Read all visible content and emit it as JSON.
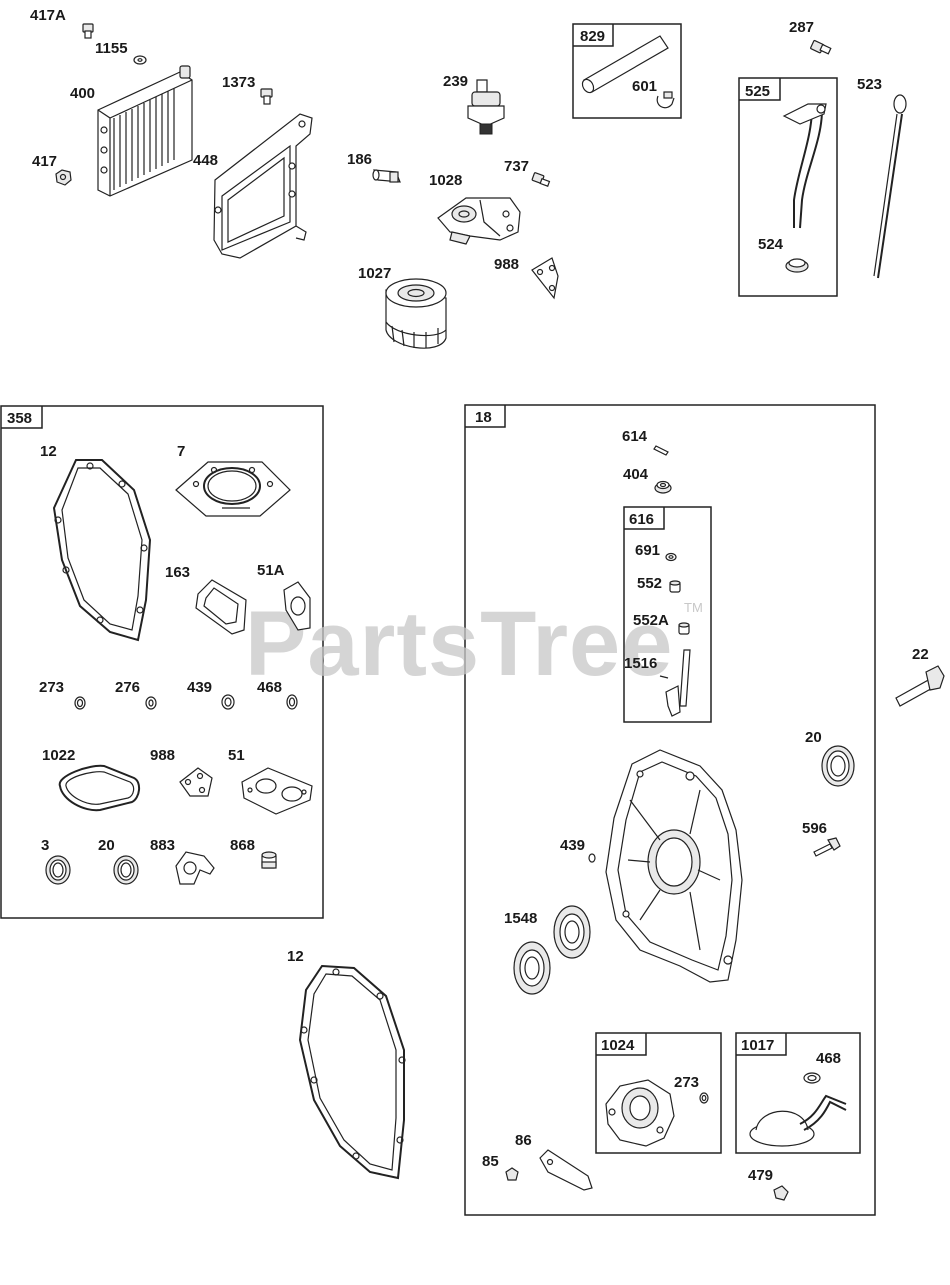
{
  "watermark": {
    "text": "PartsTree",
    "trademark": "TM"
  },
  "labels": {
    "l417A": "417A",
    "l1155": "1155",
    "l400": "400",
    "l417": "417",
    "l1373": "1373",
    "l448": "448",
    "l239": "239",
    "l186": "186",
    "l1028": "1028",
    "l737": "737",
    "l1027": "1027",
    "l988a": "988",
    "l601": "601",
    "l287": "287",
    "l523": "523",
    "l524": "524",
    "l12a": "12",
    "l7": "7",
    "l163": "163",
    "l51A": "51A",
    "l273a": "273",
    "l276": "276",
    "l439a": "439",
    "l468a": "468",
    "l1022": "1022",
    "l988b": "988",
    "l51": "51",
    "l3": "3",
    "l20a": "20",
    "l883": "883",
    "l868": "868",
    "l12b": "12",
    "l614": "614",
    "l404": "404",
    "l691": "691",
    "l552": "552",
    "l552A": "552A",
    "l1516": "1516",
    "l22": "22",
    "l20b": "20",
    "l596": "596",
    "l439b": "439",
    "l1548": "1548",
    "l273b": "273",
    "l468b": "468",
    "l86": "86",
    "l85": "85",
    "l479": "479"
  },
  "kits": {
    "k829": "829",
    "k525": "525",
    "k358": "358",
    "k18": "18",
    "k616": "616",
    "k1024": "1024",
    "k1017": "1017"
  }
}
